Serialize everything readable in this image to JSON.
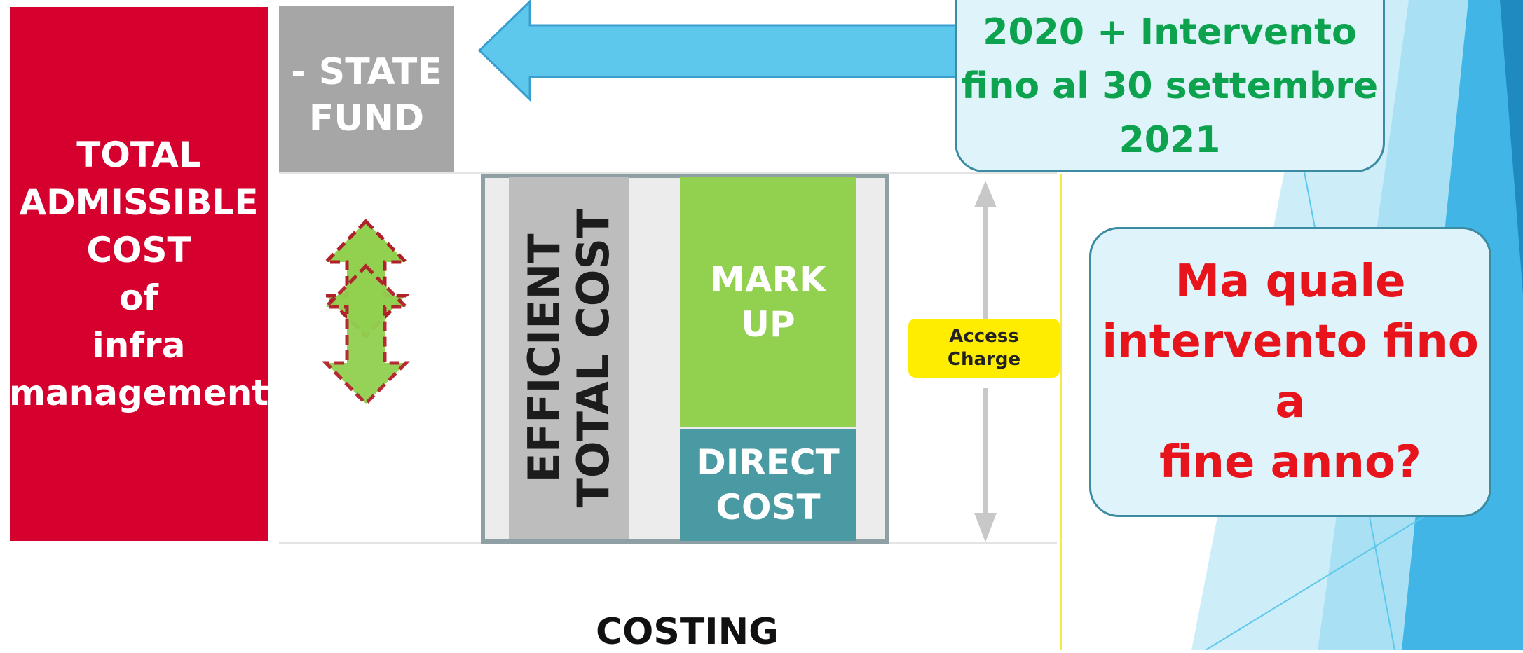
{
  "red_block": {
    "lines": [
      "TOTAL",
      "ADMISSIBLE",
      "COST",
      "of",
      "infra",
      "management"
    ]
  },
  "state_fund": {
    "lines": [
      "- STATE",
      "FUND"
    ]
  },
  "efficient": {
    "lines": [
      "EFFICIENT",
      "TOTAL COST"
    ]
  },
  "markup": {
    "lines": [
      "MARK",
      "UP"
    ]
  },
  "direct_cost": {
    "lines": [
      "DIRECT",
      "COST"
    ]
  },
  "access_charge": {
    "lines": [
      "Access",
      "Charge"
    ]
  },
  "costing": "COSTING",
  "callout_top": {
    "lines": [
      "2020 + Intervento",
      "fino al 30 settembre",
      "2021"
    ]
  },
  "callout_right": {
    "lines": [
      "Ma quale",
      "intervento fino a",
      "fine anno?"
    ]
  },
  "colors": {
    "red": "#d6002e",
    "grey": "#a6a6a6",
    "green": "#92d050",
    "teal": "#4a9aa4",
    "yellow": "#ffed00",
    "arrow_blue": "#5ec8ec",
    "callout_green_text": "#0da34e",
    "callout_red_text": "#e8141c"
  }
}
